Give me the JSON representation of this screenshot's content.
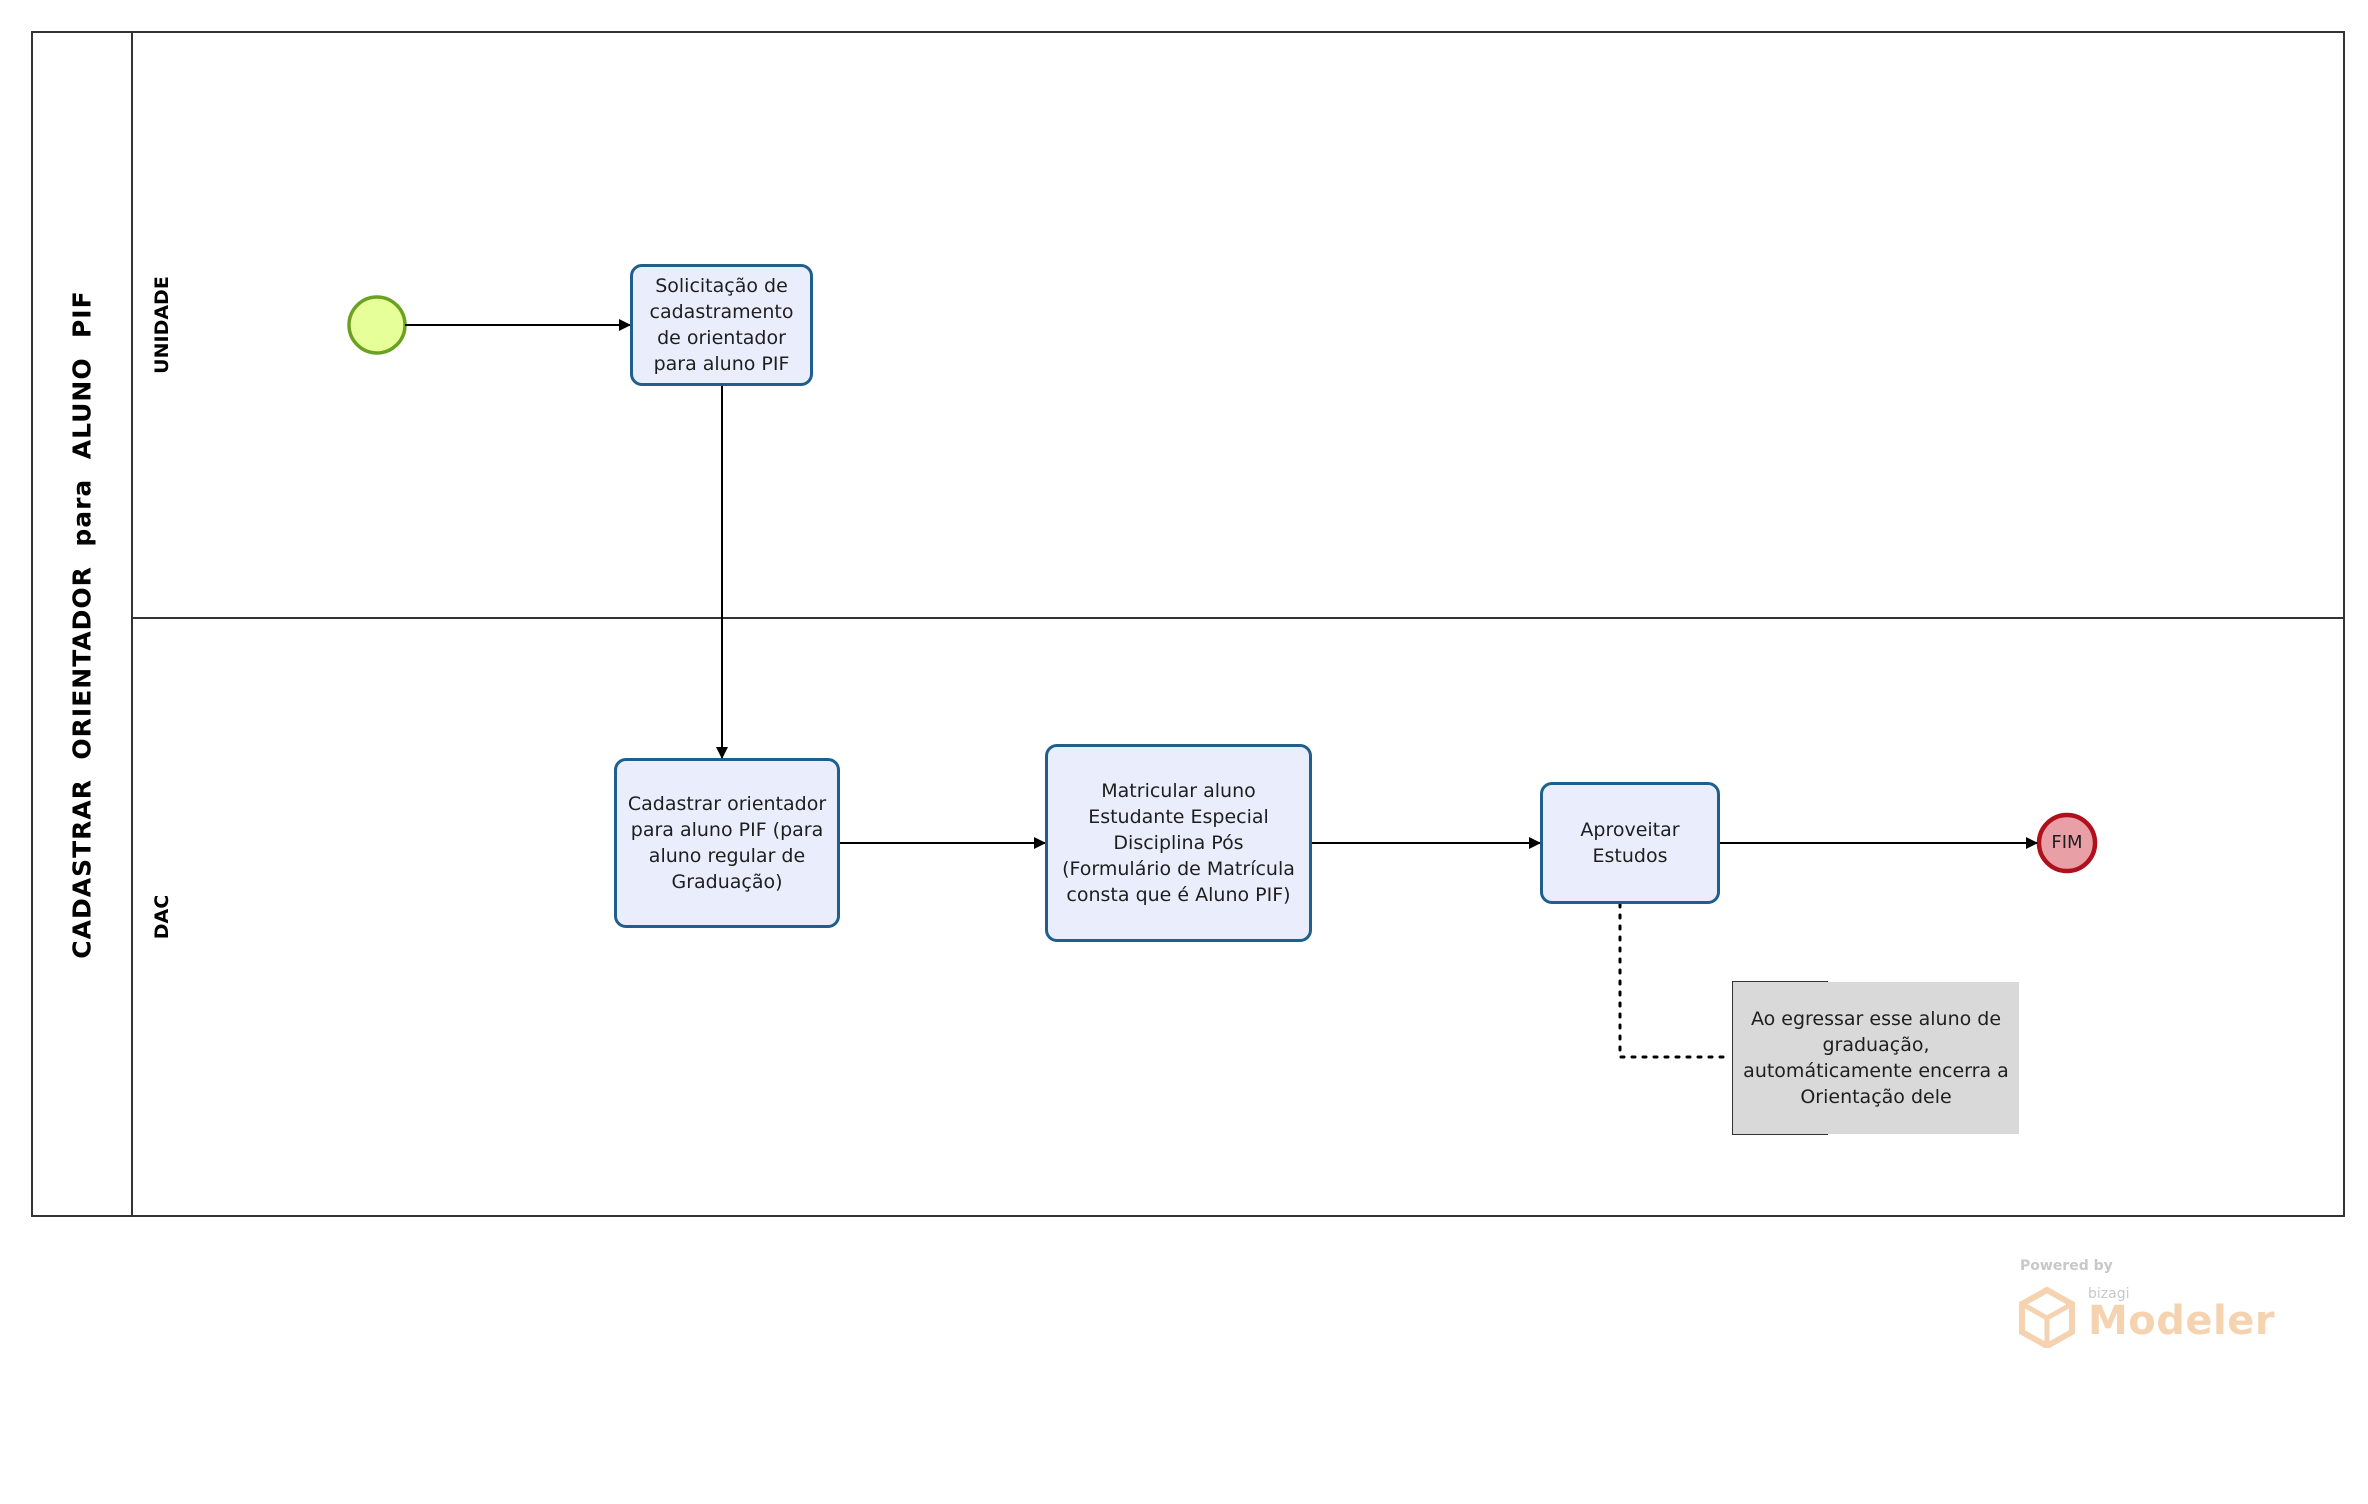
{
  "pool": {
    "title": "CADASTRAR  ORIENTADOR  para  ALUNO  PIF"
  },
  "lanes": [
    {
      "title": "UNIDADE"
    },
    {
      "title": "DAC"
    }
  ],
  "tasks": {
    "solicitacao": "Solicitação de cadastramento de orientador para aluno PIF",
    "cadastrar": "Cadastrar orientador para aluno PIF (para aluno regular de Graduação)",
    "matricular": "Matricular aluno Estudante Especial Disciplina Pós (Formulário de Matrícula consta que é Aluno PIF)",
    "aproveitar": "Aproveitar Estudos"
  },
  "end_event": {
    "label": "FIM"
  },
  "annotation": {
    "text": "Ao egressar esse aluno de graduação, automáticamente encerra a Orientação dele"
  },
  "watermark": {
    "powered_by": "Powered by",
    "brand": "bizagi",
    "product": "Modeler"
  },
  "colors": {
    "task_fill": "#eaeefc",
    "task_border": "#1f5f8b",
    "start_fill": "#e6ff99",
    "start_border": "#6aa121",
    "end_fill": "#e8a0a6",
    "end_border": "#b0101c",
    "annotation_fill": "#d9d9d9"
  }
}
